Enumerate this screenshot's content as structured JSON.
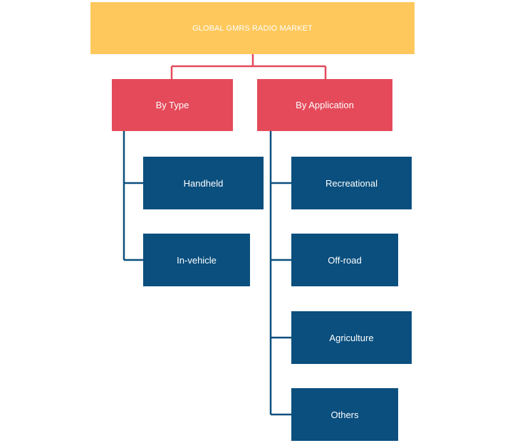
{
  "root": {
    "label": "GLOBAL GMRS RADIO MARKET"
  },
  "categories": [
    {
      "label": "By Type",
      "items": [
        "Handheld",
        "In-vehicle"
      ]
    },
    {
      "label": "By Application",
      "items": [
        "Recreational",
        "Off-road",
        "Agriculture",
        "Others"
      ]
    }
  ],
  "colors": {
    "root": "#fec85c",
    "category": "#e44a5a",
    "leaf": "#0a4f7e",
    "root_connector": "#e44a5a",
    "leaf_connector": "#0a4f7e"
  }
}
